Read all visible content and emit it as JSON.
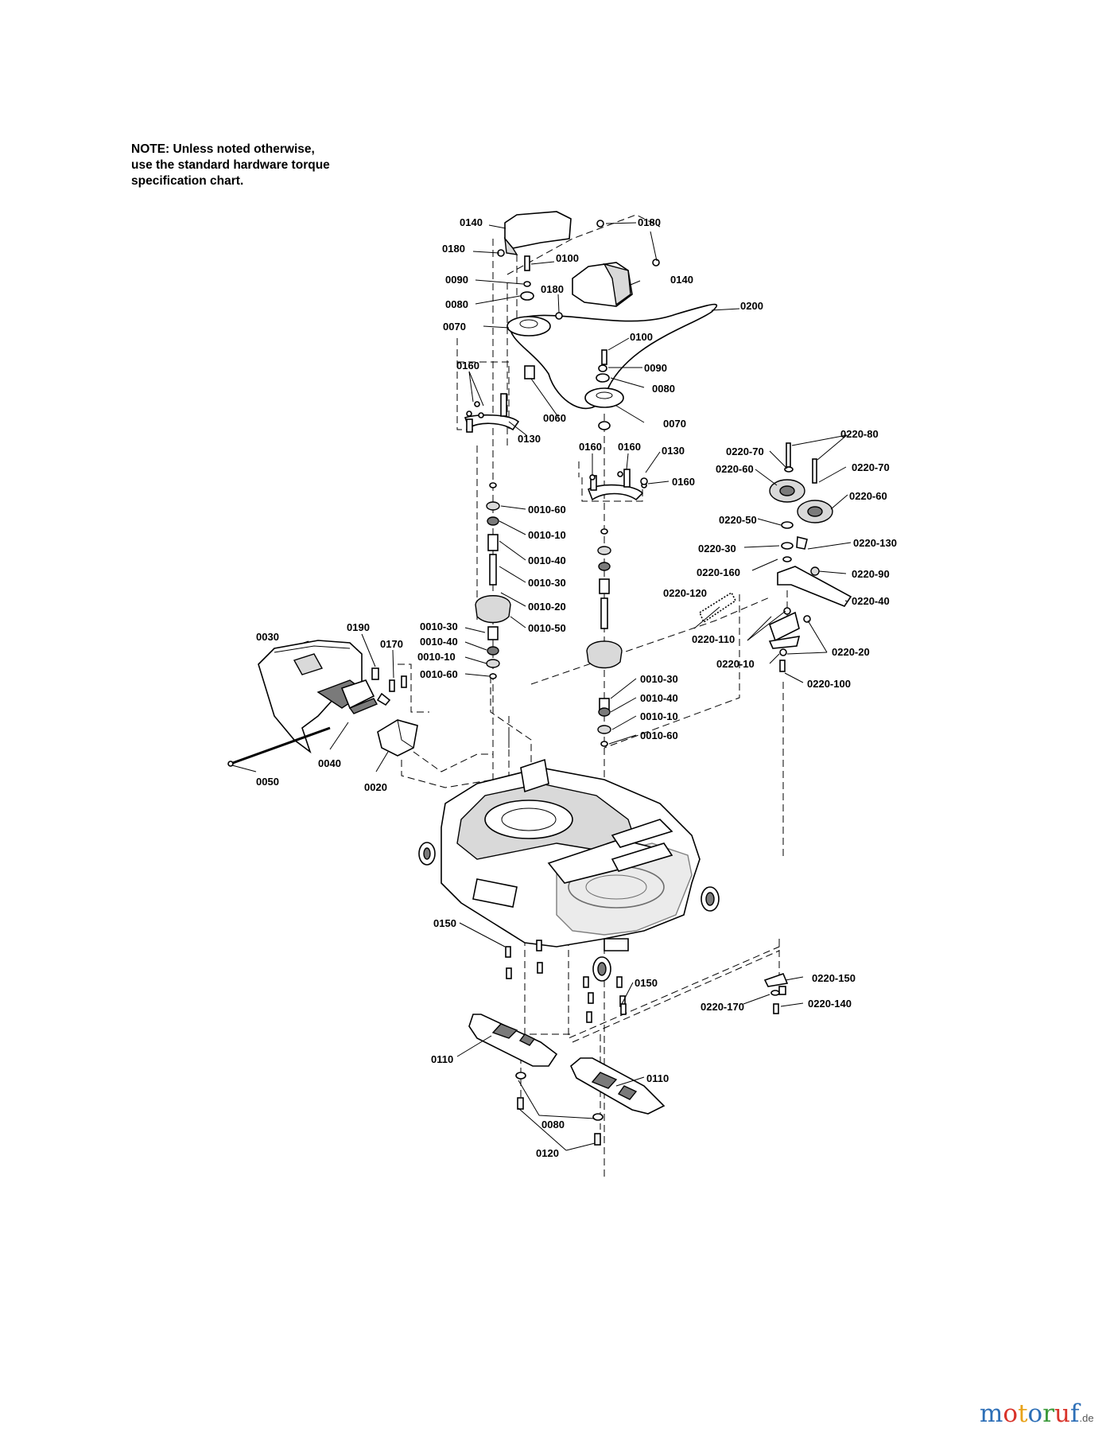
{
  "note": [
    "NOTE: Unless noted otherwise,",
    "use the standard hardware torque",
    "specification chart."
  ],
  "labels": {
    "l_0140a": "0140",
    "l_0180a": "0180",
    "l_0180b": "0180",
    "l_0100a": "0100",
    "l_0090a": "0090",
    "l_0180c": "0180",
    "l_0140b": "0140",
    "l_0080a": "0080",
    "l_0200": "0200",
    "l_0070a": "0070",
    "l_0100b": "0100",
    "l_0160a": "0160",
    "l_0090b": "0090",
    "l_0080b": "0080",
    "l_0060": "0060",
    "l_0070b": "0070",
    "l_0130a": "0130",
    "l_0160b": "0160",
    "l_0160c": "0160",
    "l_0130b": "0130",
    "l_0160d": "0160",
    "l_0220_80": "0220-80",
    "l_0220_70a": "0220-70",
    "l_0220_70b": "0220-70",
    "l_0220_60a": "0220-60",
    "l_0220_60b": "0220-60",
    "l_0010_60a": "0010-60",
    "l_0010_10a": "0010-10",
    "l_0010_40a": "0010-40",
    "l_0010_30a": "0010-30",
    "l_0010_20": "0010-20",
    "l_0010_50": "0010-50",
    "l_0220_50": "0220-50",
    "l_0220_130": "0220-130",
    "l_0220_30": "0220-30",
    "l_0220_160": "0220-160",
    "l_0220_90": "0220-90",
    "l_0220_120": "0220-120",
    "l_0220_40": "0220-40",
    "l_0030": "0030",
    "l_0190": "0190",
    "l_0170": "0170",
    "l_0010_30b": "0010-30",
    "l_0010_40b": "0010-40",
    "l_0010_10b": "0010-10",
    "l_0010_60b": "0010-60",
    "l_0220_110": "0220-110",
    "l_0220_20": "0220-20",
    "l_0220_10": "0220-10",
    "l_0220_100": "0220-100",
    "l_0010_30c": "0010-30",
    "l_0010_40c": "0010-40",
    "l_0010_10c": "0010-10",
    "l_0010_60c": "0010-60",
    "l_0040": "0040",
    "l_0050": "0050",
    "l_0020": "0020",
    "l_0150a": "0150",
    "l_0150b": "0150",
    "l_0220_150": "0220-150",
    "l_0220_170": "0220-170",
    "l_0220_140": "0220-140",
    "l_0110a": "0110",
    "l_0110b": "0110",
    "l_0080c": "0080",
    "l_0120": "0120"
  },
  "watermark": {
    "letters": [
      "m",
      "o",
      "t",
      "o",
      "r",
      "u",
      "f"
    ],
    "colors": [
      "#2d6fb7",
      "#d8332a",
      "#e8a21a",
      "#2d6fb7",
      "#3b9a3b",
      "#d8332a",
      "#2d6fb7"
    ],
    "domain": ".de"
  }
}
